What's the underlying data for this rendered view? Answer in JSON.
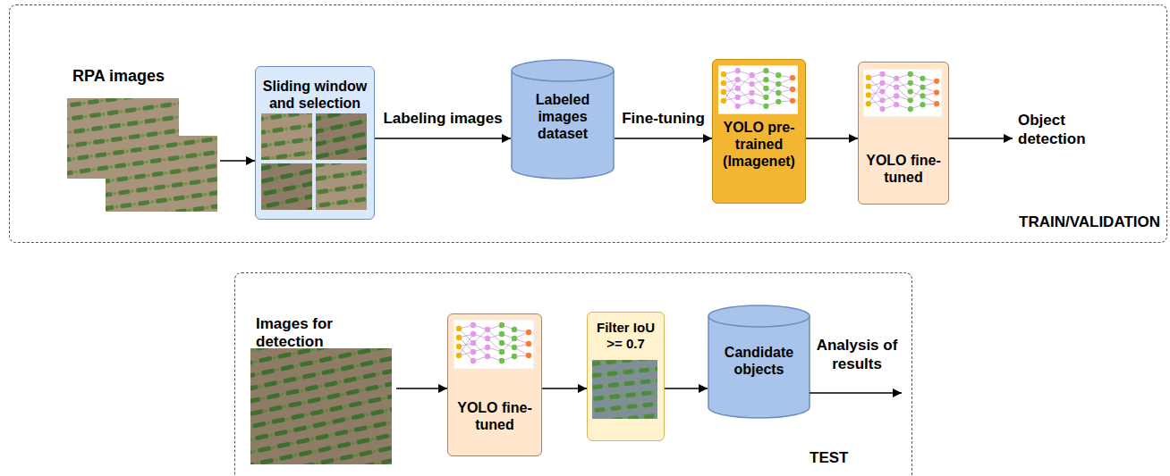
{
  "diagram": {
    "nodes": [
      {
        "text": [
          "TRAIN/VALIDATION"
        ]
      },
      {
        "text": [
          "RPA images"
        ],
        "in": 0
      },
      {
        "text": [
          "Sliding window and selection"
        ],
        "in": 0
      },
      {
        "text": [
          "Labeled images dataset"
        ],
        "in": 0
      },
      {
        "text": [
          "YOLO pre-trained (Imagenet)"
        ],
        "in": 0
      },
      {
        "text": [
          "YOLO fine-tuned"
        ],
        "in": 0
      },
      {
        "text": [
          "TEST"
        ]
      },
      {
        "text": [
          "Images for detection"
        ],
        "in": 6
      },
      {
        "text": [
          "YOLO fine-tuned"
        ],
        "in": 6
      },
      {
        "text": [
          "Filter IoU >= 0.7"
        ],
        "in": 6
      },
      {
        "text": [
          "Candidate objects"
        ],
        "in": 6
      }
    ],
    "edges": [
      {
        "from": 1,
        "to": 2,
        "arrow": "to"
      },
      {
        "from": 2,
        "to": 3,
        "label": "Labeling images",
        "arrow": "to"
      },
      {
        "from": 3,
        "to": 4,
        "label": "Fine-tuning",
        "arrow": "to"
      },
      {
        "from": 4,
        "to": 5,
        "arrow": "to"
      },
      {
        "from": 7,
        "to": 8,
        "arrow": "to"
      },
      {
        "from": 8,
        "to": 9,
        "arrow": "to"
      },
      {
        "from": 9,
        "to": 10,
        "arrow": "to"
      }
    ],
    "labels": [
      "Object detection",
      "Analysis of results"
    ]
  }
}
